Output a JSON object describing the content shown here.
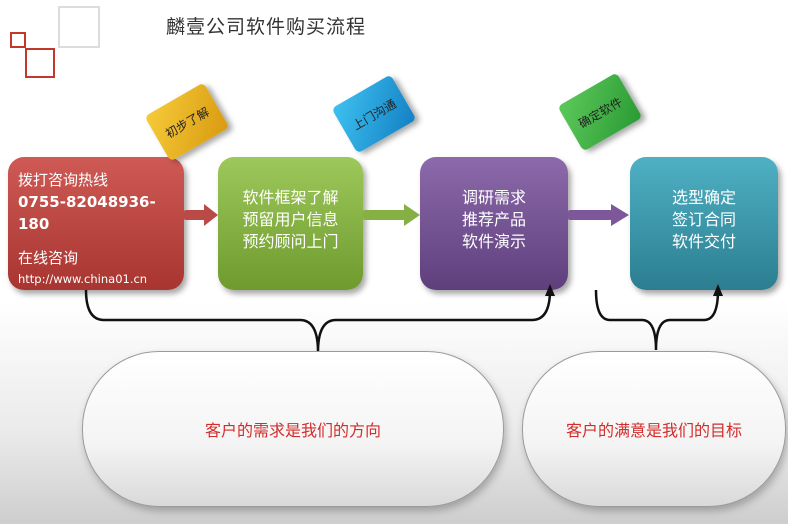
{
  "title": "麟壹公司软件购买流程",
  "box1": {
    "line1": "拨打咨询热线",
    "phone": "0755-82048936-180",
    "line3": "在线咨询",
    "url": "http://www.china01.cn"
  },
  "box2": {
    "lines": [
      "软件框架了解",
      "预留用户信息",
      "预约顾问上门"
    ]
  },
  "box3": {
    "lines": [
      "调研需求",
      "推荐产品",
      "软件演示"
    ]
  },
  "box4": {
    "lines": [
      "选型确定",
      "签订合同",
      "软件交付"
    ]
  },
  "cubes": [
    "初步了解",
    "上门沟通",
    "确定软件"
  ],
  "ovals": [
    "客户的需求是我们的方向",
    "客户的满意是我们的目标"
  ],
  "colors": {
    "box1": "#b94a46",
    "box2": "#86b044",
    "box3": "#7d579a",
    "box4": "#3a97aa",
    "cube1": "#e9b325",
    "cube2": "#2aa2dd",
    "cube3": "#40b343",
    "oval_text": "#d22c2c"
  }
}
